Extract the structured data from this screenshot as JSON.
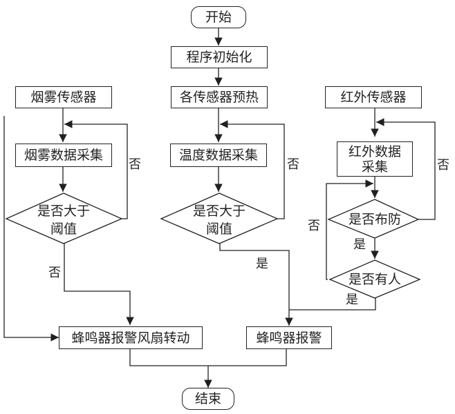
{
  "nodes": {
    "start": "开始",
    "init": "程序初始化",
    "preheat": "各传感器预热",
    "smoke_sensor": "烟雾传感器",
    "ir_sensor": "红外传感器",
    "smoke_collect": "烟雾数据采集",
    "temp_collect": "温度数据采集",
    "ir_collect_line1": "红外数据",
    "ir_collect_line2": "采集",
    "smoke_decision_line1": "是否大于",
    "smoke_decision_line2": "阈值",
    "temp_decision_line1": "是否大于",
    "temp_decision_line2": "阈值",
    "armed_decision": "是否布防",
    "person_decision": "是否有人",
    "alarm_fan": "蜂鸣器报警风扇转动",
    "alarm": "蜂鸣器报警",
    "end": "结束"
  },
  "edge_labels": {
    "smoke_loop_no": "否",
    "smoke_down_no": "否",
    "temp_loop_no": "否",
    "temp_yes": "是",
    "armed_no": "否",
    "armed_yes": "是",
    "person_no": "否",
    "person_yes": "是"
  }
}
